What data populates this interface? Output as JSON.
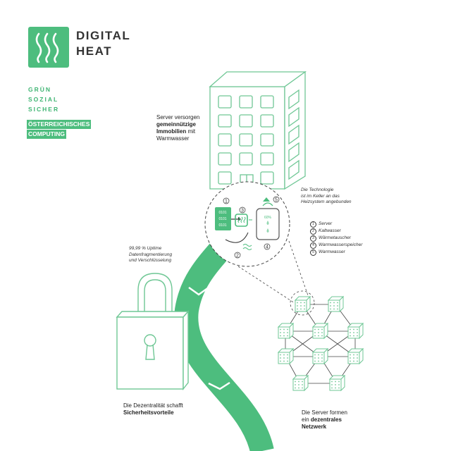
{
  "brand": {
    "line1": "DIGITAL",
    "line2": "HEAT"
  },
  "tagline": [
    "GRÜN",
    "SOZIAL",
    "SICHER"
  ],
  "highlight": [
    "ÖSTERREICHISCHES",
    "COMPUTING"
  ],
  "building_caption": {
    "pre": "Server versorgen",
    "bold1": "gemeinnützige",
    "bold2": "Immobilien",
    "mid": " mit",
    "post": "Warmwasser"
  },
  "tech_note": [
    "Die Technologie",
    "ist im Keller an das",
    "Heizsystem angebunden"
  ],
  "uptime_note": [
    "99,99 % Uptime",
    "Datenfragmentierung",
    "und Verschlüsselung"
  ],
  "legend": [
    {
      "num": "1",
      "label": "Server"
    },
    {
      "num": "2",
      "label": "Kaltwasser"
    },
    {
      "num": "3",
      "label": "Wärmetauscher"
    },
    {
      "num": "4",
      "label": "Warmwasserspeicher"
    },
    {
      "num": "5",
      "label": "Warmwasser"
    }
  ],
  "server_bits": [
    "0101",
    "0101",
    "0101"
  ],
  "tank_label": "60%",
  "security_caption": {
    "pre": "Die Dezentralität schafft",
    "bold": "Sicherheitsvorteile"
  },
  "network_caption": {
    "pre": "Die Server formen",
    "mid": "ein ",
    "bold1": "dezentrales",
    "bold2": "Netzwerk"
  },
  "colors": {
    "green": "#4dbd7e",
    "line": "#6fc795",
    "text": "#222222"
  },
  "icons": [
    "heat-waves-icon",
    "padlock-icon",
    "building-icon",
    "server-icon",
    "heat-exchanger-icon",
    "water-tank-icon"
  ]
}
